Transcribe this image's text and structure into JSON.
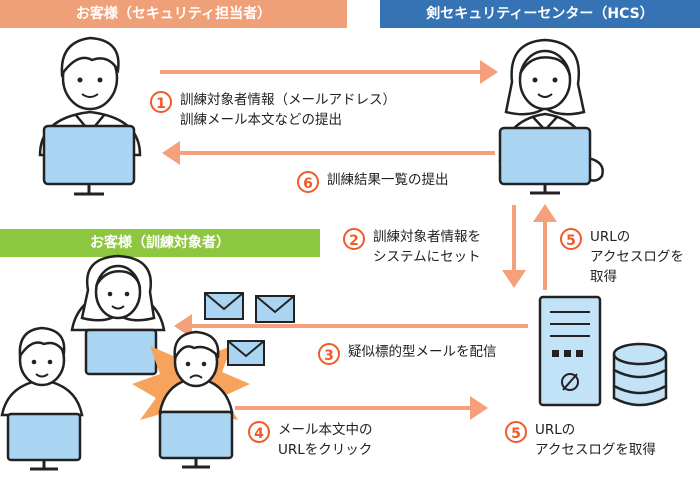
{
  "headers": {
    "client": "お客様（セキュリティ担当者）",
    "hcs": "剣セキュリティーセンター（HCS）",
    "trainee": "お客様（訓練対象者）"
  },
  "steps": {
    "s1": {
      "num": "1",
      "line1": "訓練対象者情報（メールアドレス）",
      "line2": "訓練メール本文などの提出"
    },
    "s6": {
      "num": "6",
      "line1": "訓練結果一覧の提出"
    },
    "s2": {
      "num": "2",
      "line1": "訓練対象者情報を",
      "line2": "システムにセット"
    },
    "s5a": {
      "num": "5",
      "line1": "URLの",
      "line2": "アクセスログを",
      "line3": "取得"
    },
    "s3": {
      "num": "3",
      "line1": "疑似標的型メールを配信"
    },
    "s4": {
      "num": "4",
      "line1": "メール本文中の",
      "line2": "URLをクリック"
    },
    "s5b": {
      "num": "5",
      "line1": "URLの",
      "line2": "アクセスログを取得"
    }
  },
  "colors": {
    "client_header": "#f0a078",
    "hcs_header": "#3673b5",
    "trainee_header": "#8dc63f",
    "arrow": "#f5a07a",
    "step_number": "#f05a28",
    "monitor": "#a9d4f2",
    "server": "#c2e2f8",
    "burst": "#f7a35c"
  },
  "icons": [
    "person-icon",
    "laptop-icon",
    "envelope-icon",
    "server-icon",
    "database-icon",
    "burst-icon"
  ]
}
